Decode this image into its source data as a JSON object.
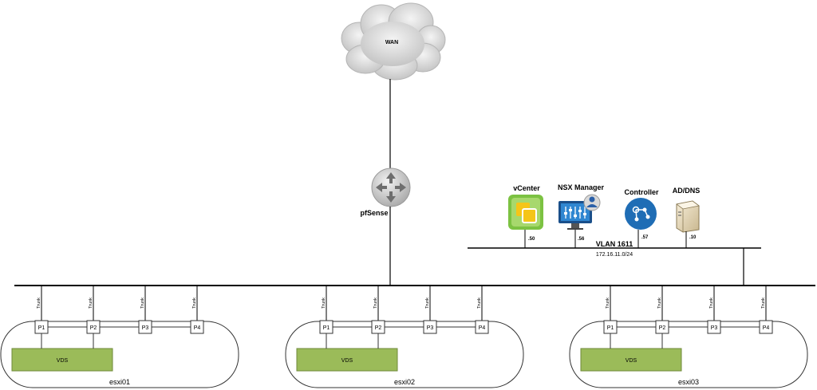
{
  "wan": {
    "label": "WAN"
  },
  "router": {
    "label": "pfSense"
  },
  "vlan": {
    "name": "VLAN 1611",
    "subnet": "172.16.11.0/24"
  },
  "servers": [
    {
      "name": "vCenter",
      "ip": ".50",
      "icon": "vcenter-icon"
    },
    {
      "name": "NSX Manager",
      "ip": ".56",
      "icon": "nsx-manager-icon"
    },
    {
      "name": "Controller",
      "ip": ".57",
      "icon": "controller-icon"
    },
    {
      "name": "AD/DNS",
      "ip": ".10",
      "icon": "server-tower-icon"
    }
  ],
  "trunk_label": "Trunk",
  "vds_label": "VDS",
  "hosts": [
    {
      "name": "esxi01",
      "ports": [
        "P1",
        "P2",
        "P3",
        "P4"
      ]
    },
    {
      "name": "esxi02",
      "ports": [
        "P1",
        "P2",
        "P3",
        "P4"
      ]
    },
    {
      "name": "esxi03",
      "ports": [
        "P1",
        "P2",
        "P3",
        "P4"
      ]
    }
  ],
  "colors": {
    "vds_fill": "#9bbb59",
    "vds_stroke": "#6f8a3a",
    "cloud": "#d0d0d0",
    "router": "#c8c8c8",
    "vcenter_green": "#7cc242",
    "vcenter_yellow": "#f5c518",
    "controller_blue": "#1f6db5",
    "nsx_blue": "#1a6fb5"
  }
}
